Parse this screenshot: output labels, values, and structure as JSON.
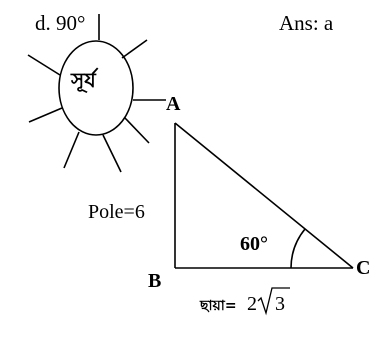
{
  "option_text": "d. 90°",
  "answer_text": "Ans: a",
  "sun_label": "সূর্য",
  "vertices": {
    "a": "A",
    "b": "B",
    "c": "C"
  },
  "pole_label": "Pole=6",
  "angle_label": "60°",
  "shadow": {
    "prefix": "ছায়া= ",
    "coefficient": "2",
    "radicand": "3"
  },
  "colors": {
    "ink": "#000000",
    "background": "#ffffff"
  }
}
